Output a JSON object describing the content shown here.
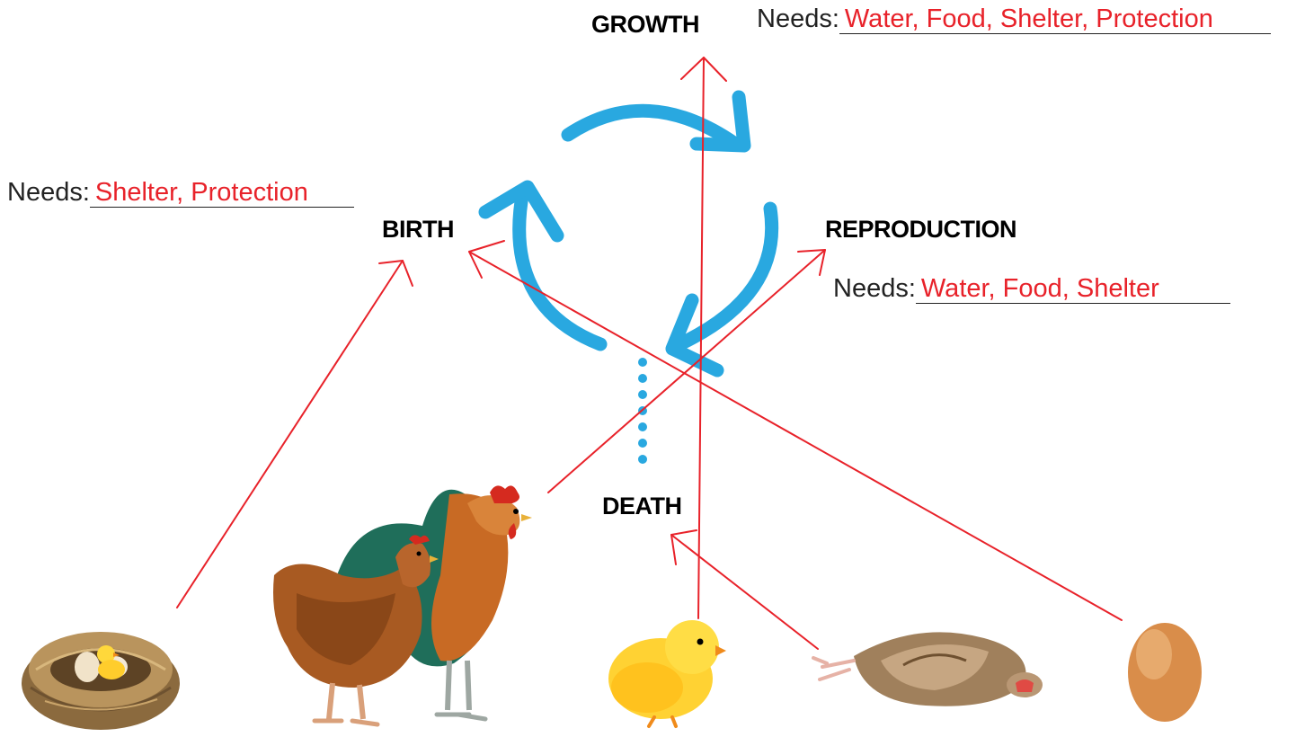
{
  "stages": {
    "growth": "GROWTH",
    "birth": "BIRTH",
    "reproduction": "REPRODUCTION",
    "death": "DEATH"
  },
  "needs": {
    "growth": {
      "label": "Needs:",
      "answer": "Water, Food, Shelter, Protection"
    },
    "birth": {
      "label": "Needs:",
      "answer": "Shelter, Protection"
    },
    "reproduction": {
      "label": "Needs:",
      "answer": "Water, Food, Shelter"
    }
  },
  "images": [
    {
      "name": "nest-with-hatching-chick",
      "matched_stage": "birth"
    },
    {
      "name": "hen-and-rooster",
      "matched_stage": "reproduction"
    },
    {
      "name": "yellow-chick",
      "matched_stage": "growth"
    },
    {
      "name": "dead-hen",
      "matched_stage": "death"
    },
    {
      "name": "brown-egg",
      "matched_stage": "birth"
    }
  ],
  "colors": {
    "cycle_arrow": "#29a8e0",
    "connector_line": "#e8222a",
    "answer_text": "#e8222a"
  }
}
